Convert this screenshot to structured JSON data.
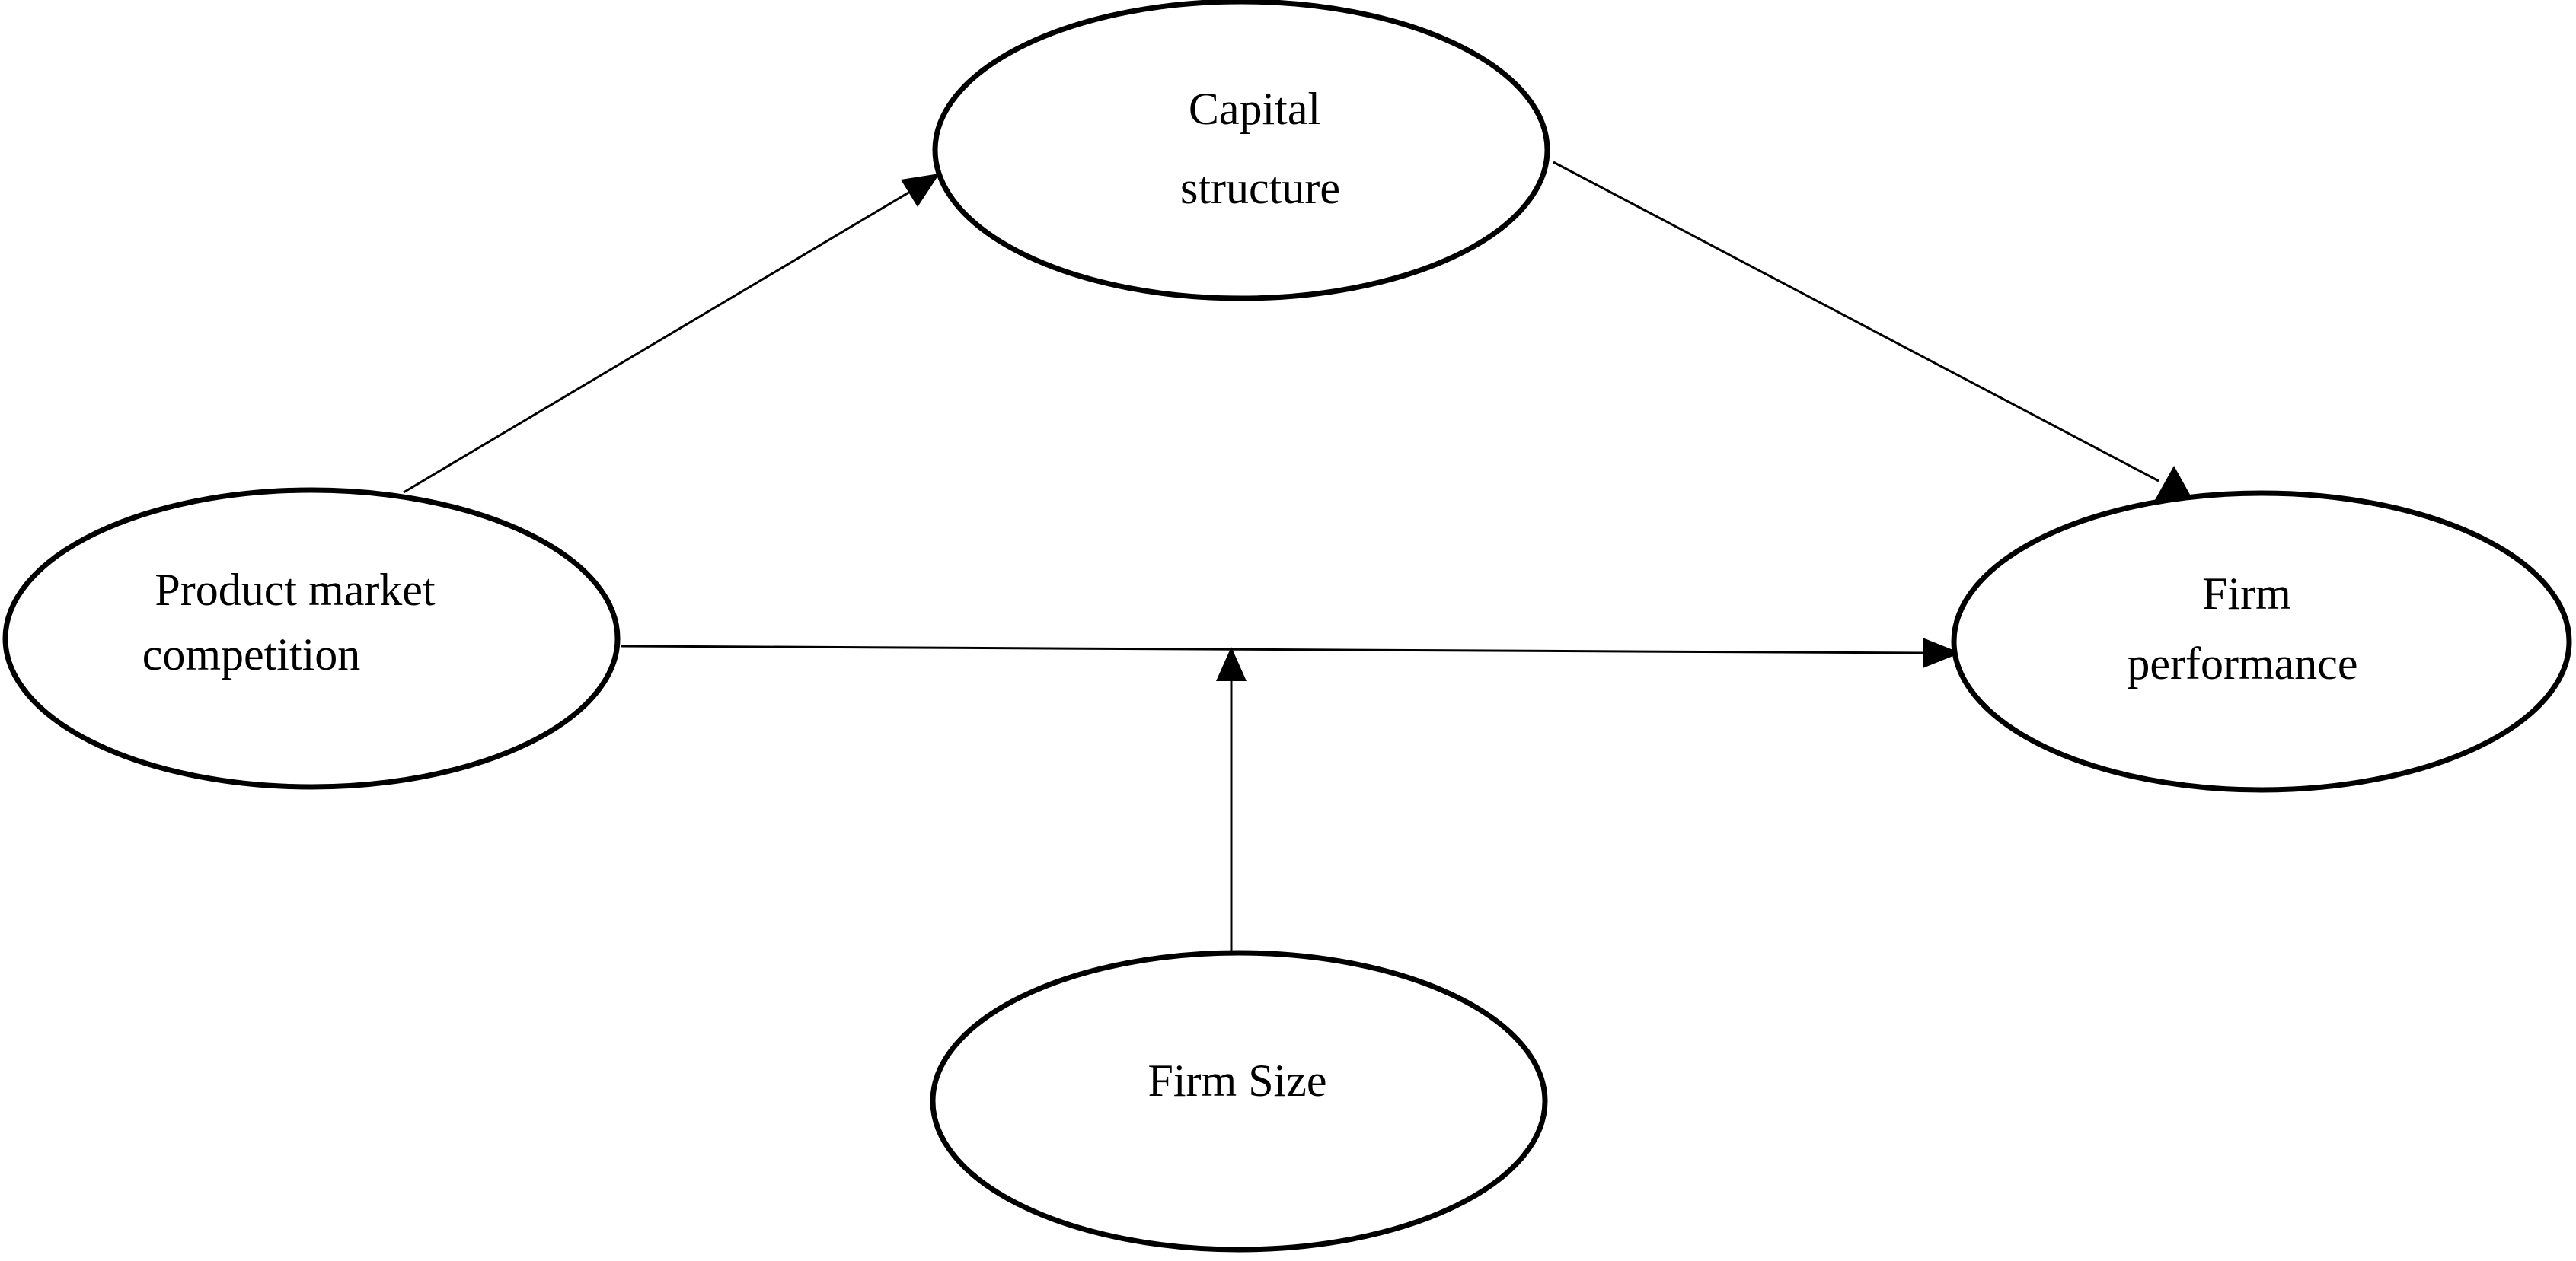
{
  "diagram": {
    "nodes": {
      "capital_structure": {
        "lines": [
          "Capital",
          "structure"
        ]
      },
      "product_market_competition": {
        "lines": [
          "Product market",
          "competition"
        ]
      },
      "firm_performance": {
        "lines": [
          "Firm",
          "performance"
        ]
      },
      "firm_size": {
        "lines": [
          "Firm Size"
        ]
      }
    },
    "edges": [
      {
        "from": "product_market_competition",
        "to": "capital_structure"
      },
      {
        "from": "capital_structure",
        "to": "firm_performance"
      },
      {
        "from": "product_market_competition",
        "to": "firm_performance"
      },
      {
        "from": "firm_size",
        "to": "product_market_competition-firm_performance-edge"
      }
    ],
    "colors": {
      "stroke": "#000000",
      "background": "#ffffff"
    }
  }
}
